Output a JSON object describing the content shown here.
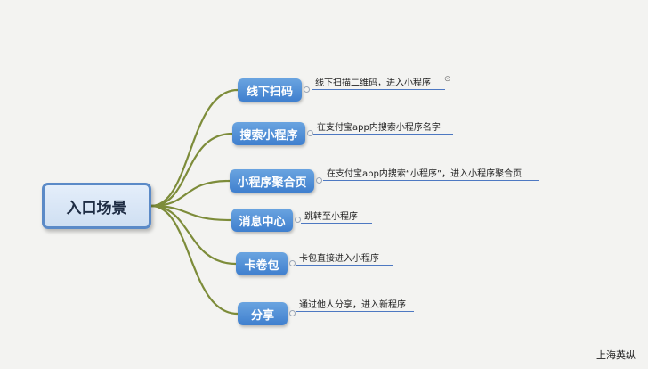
{
  "root": {
    "label": "入口场景"
  },
  "branches": [
    {
      "label": "线下扫码",
      "note": "线下扫描二维码，进入小程序"
    },
    {
      "label": "搜索小程序",
      "note": "在支付宝app内搜索小程序名字"
    },
    {
      "label": "小程序聚合页",
      "note": "在支付宝app内搜索“小程序”，进入小程序聚合页"
    },
    {
      "label": "消息中心",
      "note": "跳转至小程序"
    },
    {
      "label": "卡卷包",
      "note": "卡包直接进入小程序"
    },
    {
      "label": "分享",
      "note": "通过他人分享，进入新程序"
    }
  ],
  "watermark": "上海英纵",
  "colors": {
    "connector": "#7d8c3a",
    "branch": "#4a8ad6",
    "underline": "#4d78c2"
  }
}
